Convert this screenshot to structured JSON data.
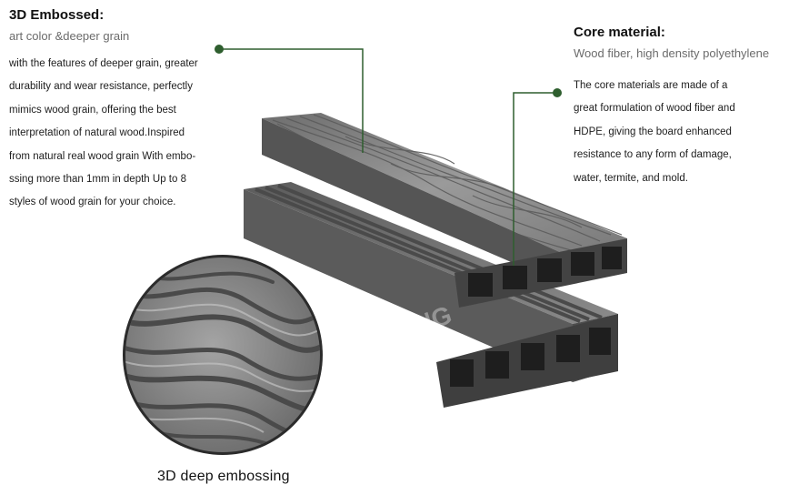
{
  "left_section": {
    "title": "3D Embossed:",
    "subtitle": "art color &deeper grain",
    "lines": [
      "with the features of deeper grain, greater",
      "durability and wear resistance, perfectly",
      "mimics wood grain, offering the best",
      "interpretation of natural wood.Inspired",
      "from natural real wood grain With embo-",
      "ssing more than 1mm in depth Up to 8",
      "styles of wood grain for your choice."
    ]
  },
  "right_section": {
    "title": "Core material:",
    "subtitle": "Wood fiber, high density polyethylene",
    "lines": [
      "The core materials are made of a",
      "great formulation of wood fiber and",
      "HDPE, giving the board enhanced",
      "resistance to any form of damage,",
      "water, termite, and mold."
    ]
  },
  "caption": "3D deep embossing",
  "watermark": "HOSUNG",
  "colors": {
    "callout_green": "#2e5e2e",
    "board_top": "#8e8e8e",
    "board_face": "#5a5a5a",
    "board_dark": "#3a3a3a",
    "closeup": "#8a8a8a"
  }
}
